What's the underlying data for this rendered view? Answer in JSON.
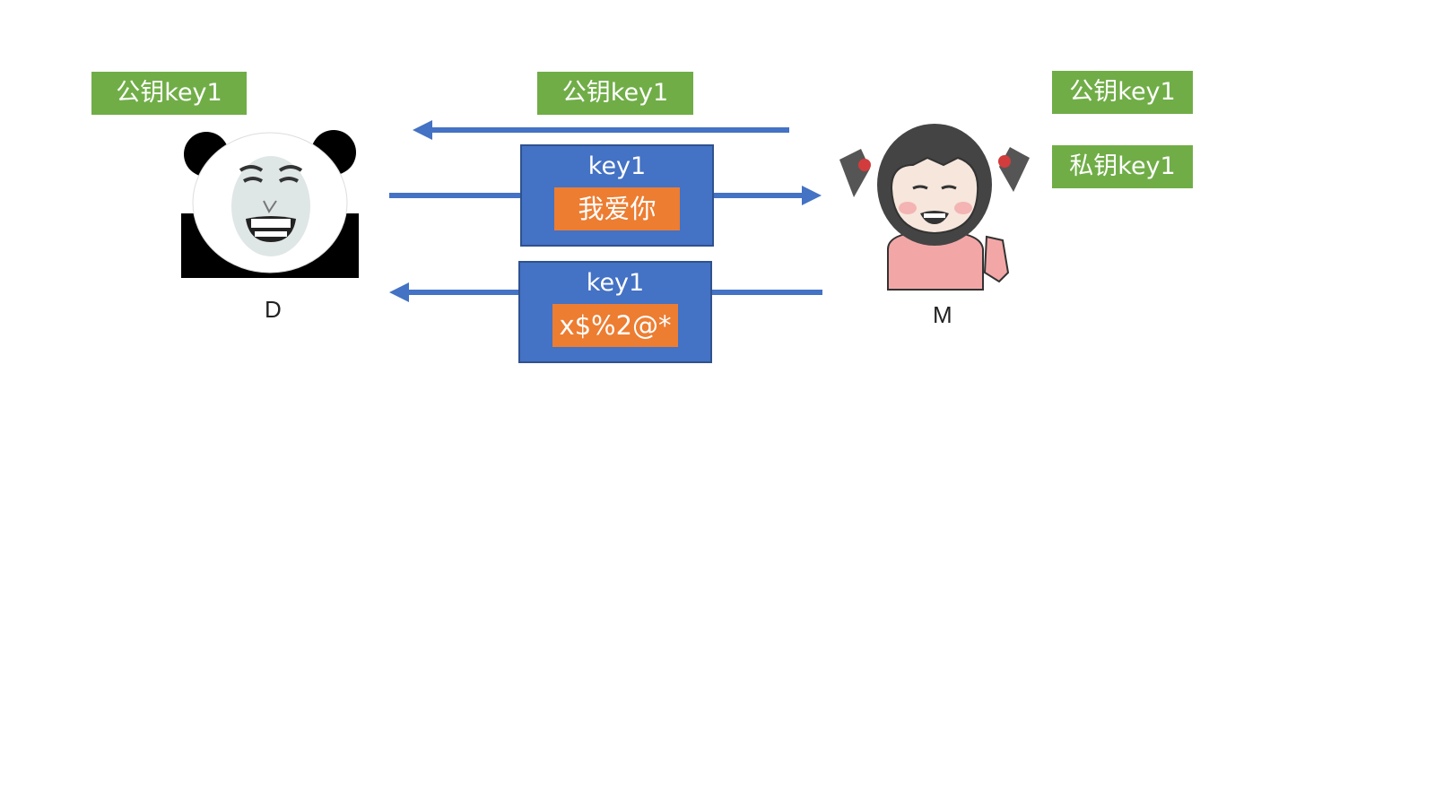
{
  "colors": {
    "key_tag": "#70ad47",
    "envelope": "#4472c4",
    "message": "#ed7d31",
    "arrow": "#4472c4"
  },
  "left_party": {
    "name": "D",
    "avatar": "panda-face-avatar",
    "keys": [
      "公钥key1"
    ]
  },
  "right_party": {
    "name": "M",
    "avatar": "girl-pigtails-avatar",
    "keys": [
      "公钥key1",
      "私钥key1"
    ]
  },
  "transfers": [
    {
      "direction": "right-to-left",
      "key_label": "公钥key1"
    },
    {
      "direction": "left-to-right",
      "envelope_key": "key1",
      "message": "我爱你"
    },
    {
      "direction": "right-to-left",
      "envelope_key": "key1",
      "message": "x$%2@*"
    }
  ]
}
